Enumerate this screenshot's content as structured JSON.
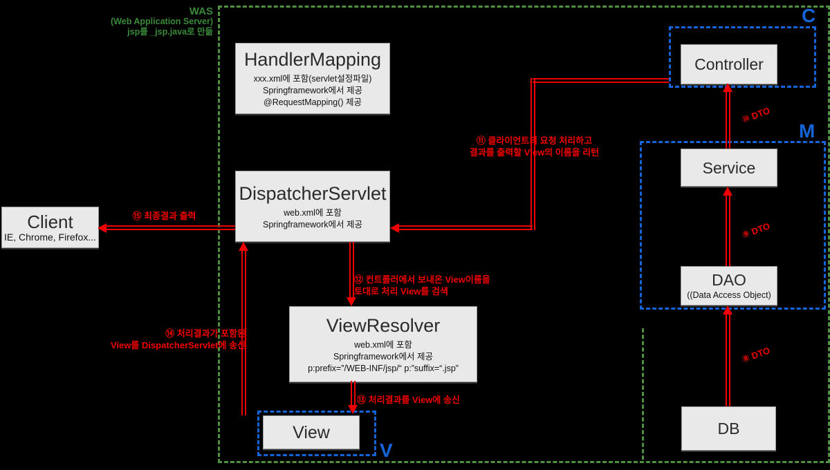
{
  "was": {
    "title": "WAS",
    "subtitle": "(Web Application Server)",
    "note": "jsp를 _jsp.java로 만듦"
  },
  "mvc": {
    "c": "C",
    "m": "M",
    "v": "V"
  },
  "boxes": {
    "handler_mapping": {
      "title": "HandlerMapping",
      "lines": [
        "xxx.xml에 포함(servlet설정파일)",
        "Springframework에서 제공",
        "@RequestMapping() 제공"
      ]
    },
    "dispatcher_servlet": {
      "title": "DispatcherServlet",
      "lines": [
        "web.xml에 포함",
        "Springframework에서 제공"
      ]
    },
    "view_resolver": {
      "title": "ViewResolver",
      "lines": [
        "web.xml에 포함",
        "Springframework에서 제공",
        "p:prefix=”/WEB-INF/jsp/“ p:”suffix=“.jsp”"
      ]
    },
    "client": {
      "title": "Client",
      "lines": [
        "IE, Chrome, Firefox..."
      ]
    },
    "controller": {
      "title": "Controller"
    },
    "service": {
      "title": "Service"
    },
    "dao": {
      "title": "DAO",
      "lines": [
        "((Data Access Object)"
      ]
    },
    "db": {
      "title": "DB"
    },
    "view": {
      "title": "View"
    }
  },
  "arrow_labels": {
    "final_output": "⑮ 최종결과 출력",
    "controller_return_line1": "⑪ 클라이언트의 요청 처리하고",
    "controller_return_line2": "결과를 출력할 View의 이름을 리턴",
    "resolver_search_line1": "⑫ 컨트롤러에서 보내온 View이름을",
    "resolver_search_line2": "토대로 처리 View를 검색",
    "send_to_view": "⑬ 처리결과를 View에 송신",
    "view_return_line1": "⑭ 처리결과가 포함된",
    "view_return_line2": "View를 DispatcherServlet에 송신",
    "dto_service_to_controller": "⑩ DTO",
    "dto_dao_to_service": "⑨ DTO",
    "dto_db_to_dao": "⑧ DTO"
  },
  "colors": {
    "background": "#000000",
    "box_fill": "#e9e9e9",
    "green_border": "#4f9140",
    "green_text": "#3a8a3a",
    "blue_border": "#1565d8",
    "blue_letter": "#1565d8",
    "red_arrow": "#ee0000",
    "red_text": "#f20000"
  }
}
